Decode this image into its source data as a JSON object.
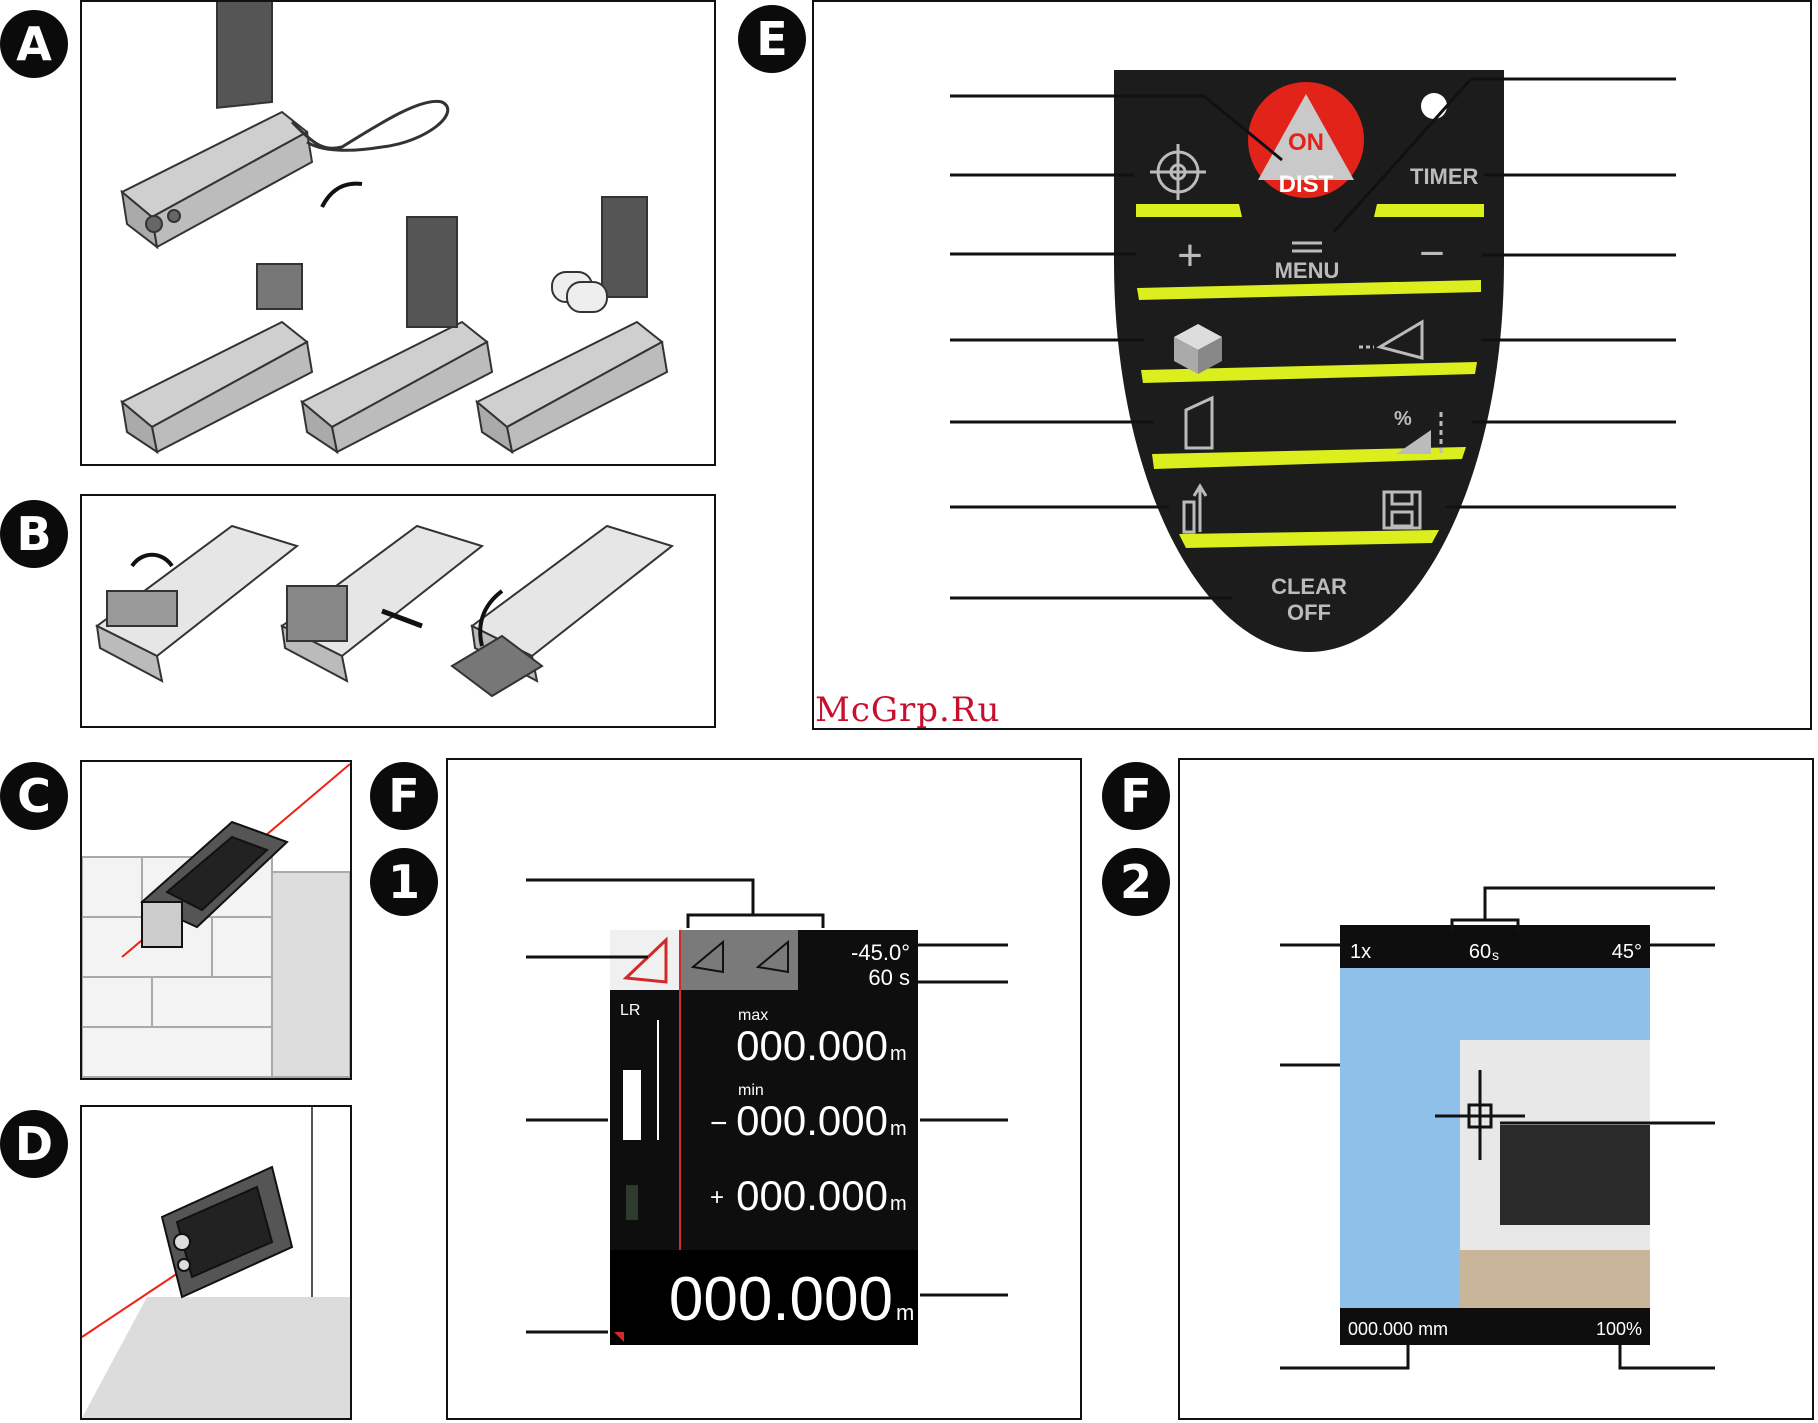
{
  "badges": {
    "a": "A",
    "b": "B",
    "c": "C",
    "d": "D",
    "e": "E",
    "f1": "F",
    "f1_num": "1",
    "f2": "F",
    "f2_num": "2"
  },
  "watermark": "McGrp.Ru",
  "keypad": {
    "on_dist": [
      "ON",
      "DIST"
    ],
    "timer": "TIMER",
    "menu": "MENU",
    "plus": "+",
    "minus": "−",
    "clear_off": [
      "CLEAR",
      "OFF"
    ]
  },
  "display1": {
    "angle": "-45.0°",
    "timer": "60 s",
    "lr": "LR",
    "max_label": "max",
    "max_value": "000.000",
    "min_label": "min",
    "min_prefix": "−",
    "min_value": "000.000",
    "plus_prefix": "+",
    "diff_value": "000.000",
    "main_value": "000.000",
    "unit": "m"
  },
  "display2": {
    "zoom": "1x",
    "timer": "60",
    "timer_unit": "s",
    "angle": "45°",
    "distance": "000.000 mm",
    "brightness": "100%"
  },
  "colors": {
    "lime": "#dcef1e",
    "red_button": "#e2231a",
    "display_bg": "#0e0e0e",
    "sky": "#8ec0ea",
    "watermark": "#c8102e"
  }
}
